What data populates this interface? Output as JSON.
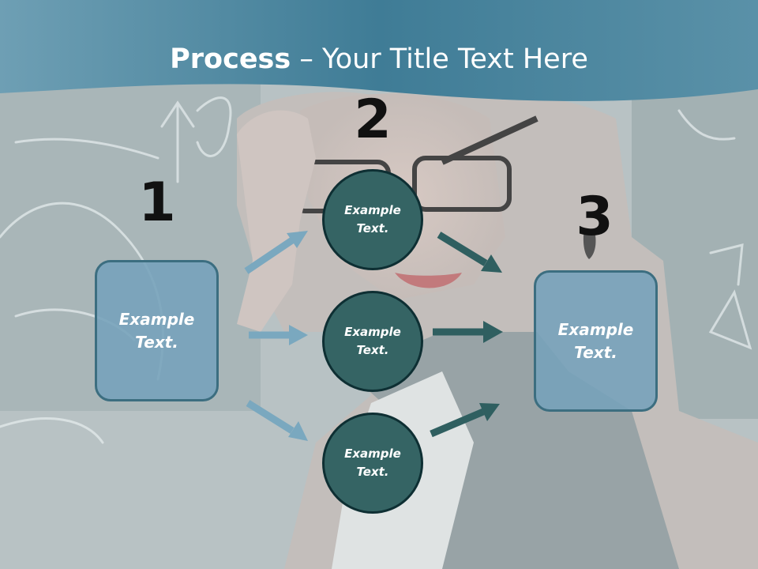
{
  "title": {
    "bold": "Process",
    "rest": " – Your Title Text Here"
  },
  "steps": [
    {
      "number": "1",
      "text": "Example Text."
    },
    {
      "number": "2",
      "text": "Example Text."
    },
    {
      "number": "3",
      "text": "Example Text."
    }
  ],
  "nodes": [
    {
      "text": "Example Text."
    },
    {
      "text": "Example Text."
    },
    {
      "text": "Example Text."
    }
  ],
  "colors": {
    "header": "#3f7c96",
    "box_fill": "#75a2bb",
    "circle_fill": "#356464",
    "arrow_light": "#7aa8bf",
    "arrow_dark": "#2f5f60"
  }
}
